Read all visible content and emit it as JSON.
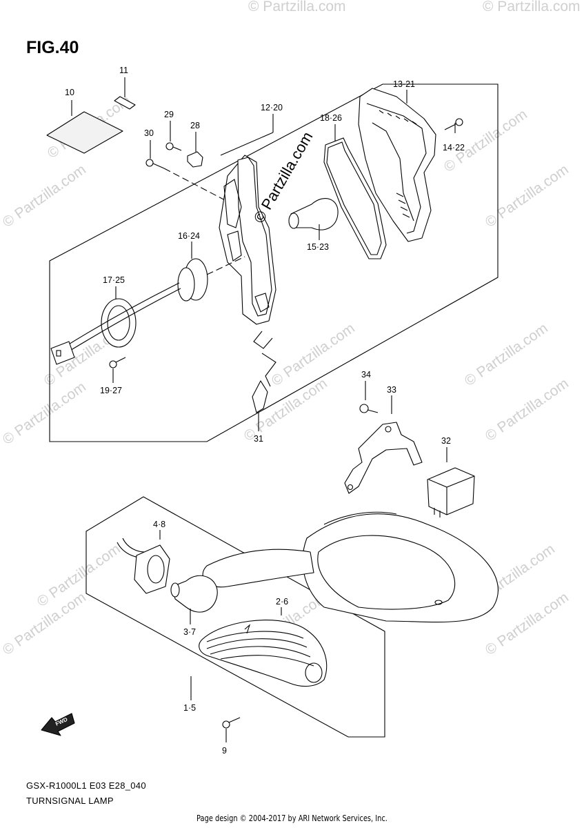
{
  "figure": {
    "title": "FIG.40",
    "model_code": "GSX-R1000L1  E03  E28_040",
    "name": "TURNSIGNAL LAMP"
  },
  "footer": "Page design © 2004-2017 by ARI Network Services, Inc.",
  "watermark": "© Partzilla.com",
  "watermark_center": "© Partzilla.com",
  "fwd_label": "FWD",
  "callouts": [
    "10",
    "11",
    "29",
    "28",
    "30",
    "12·20",
    "18·26",
    "13·21",
    "14·22",
    "16·24",
    "15·23",
    "17·25",
    "19·27",
    "31",
    "34",
    "33",
    "32",
    "4·8",
    "2·6",
    "3·7",
    "1·5",
    "9"
  ]
}
